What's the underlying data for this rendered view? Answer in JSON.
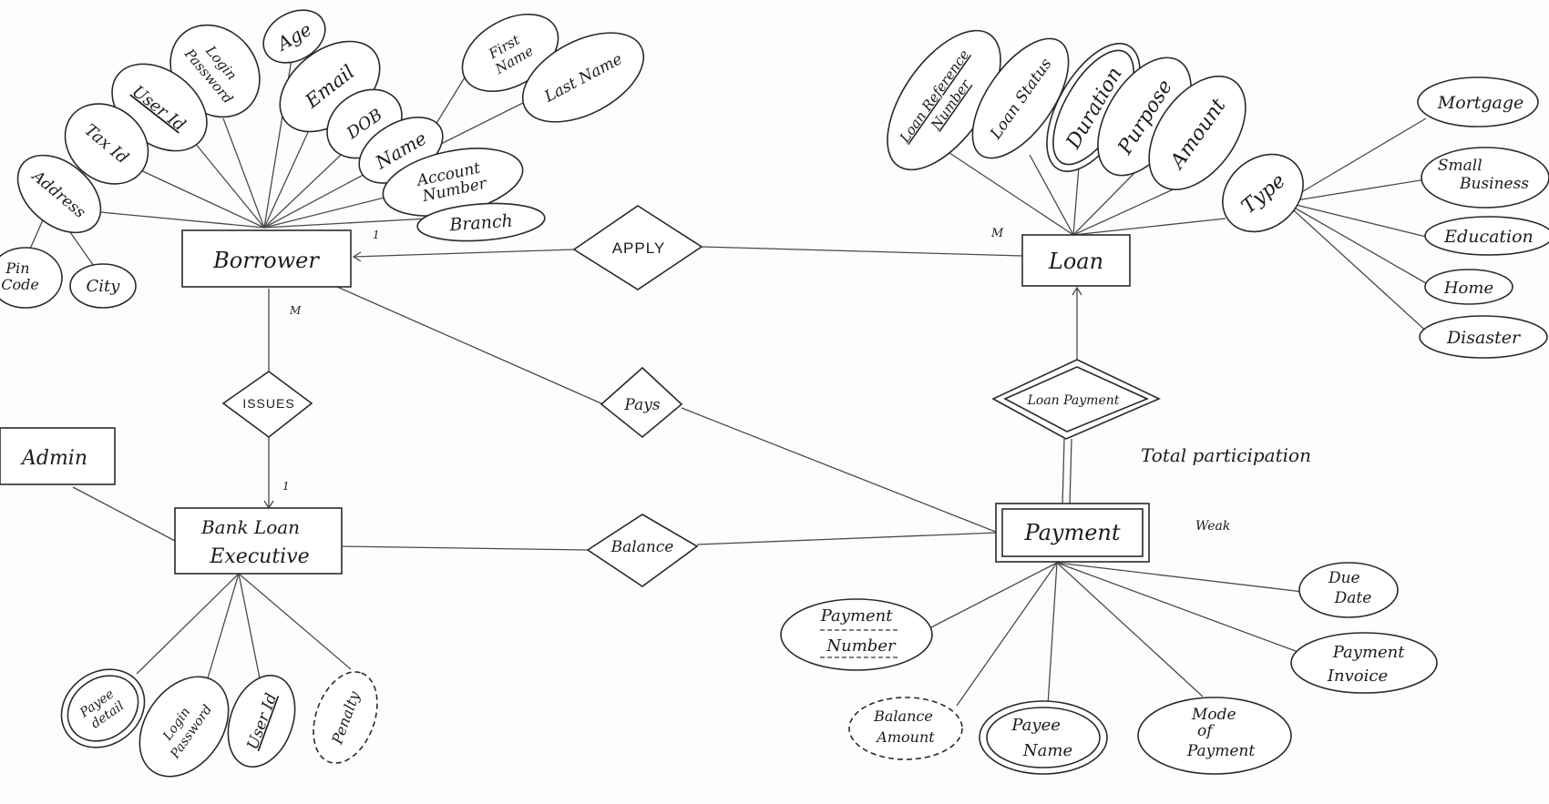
{
  "entities": {
    "borrower": "Borrower",
    "loan": "Loan",
    "bank_loan_executive": [
      "Bank Loan",
      "Executive"
    ],
    "payment": "Payment",
    "admin": "Admin"
  },
  "relationships": {
    "apply": "APPLY",
    "issues": "ISSUES",
    "pays": "Pays",
    "balance": "Balance",
    "loan_payment": "Loan Payment"
  },
  "borrower_attributes": {
    "login_password": [
      "Login",
      "Password"
    ],
    "age": "Age",
    "user_id": "User Id",
    "email": "Email",
    "tax_id": "Tax Id",
    "dob": "DOB",
    "first_name": [
      "First",
      "Name"
    ],
    "last_name": "Last Name",
    "name": "Name",
    "address": "Address",
    "account_number": [
      "Account",
      "Number"
    ],
    "branch": "Branch",
    "pin_code": [
      "Pin",
      "Code"
    ],
    "city": "City"
  },
  "loan_attributes": {
    "loan_reference": [
      "Loan Reference",
      "Number"
    ],
    "loan_status": "Loan Status",
    "duration": "Duration",
    "purpose": "Purpose",
    "amount": "Amount",
    "type": "Type"
  },
  "loan_types": {
    "mortgage": "Mortgage",
    "small_business": [
      "Small",
      "Business"
    ],
    "education": "Education",
    "home": "Home",
    "disaster": "Disaster"
  },
  "executive_attributes": {
    "payee_detail": [
      "Payee",
      "detail"
    ],
    "login_password": [
      "Login",
      "Password"
    ],
    "user_id": "User Id",
    "penalty": "Penalty"
  },
  "payment_attributes": {
    "payment_number": [
      "Payment",
      "Number"
    ],
    "balance_amount": [
      "Balance",
      "Amount"
    ],
    "payee_name": [
      "Payee",
      "Name"
    ],
    "mode_of_payment": [
      "Mode",
      "of",
      "Payment"
    ],
    "payment_invoice": [
      "Payment",
      "Invoice"
    ],
    "due_date": [
      "Due",
      "Date"
    ]
  },
  "cardinality": {
    "borrower_apply": "1",
    "loan_apply": "M",
    "borrower_issues": "M",
    "executive_issues": "1"
  },
  "notes": {
    "total_participation": "Total participation",
    "weak": "Weak"
  }
}
